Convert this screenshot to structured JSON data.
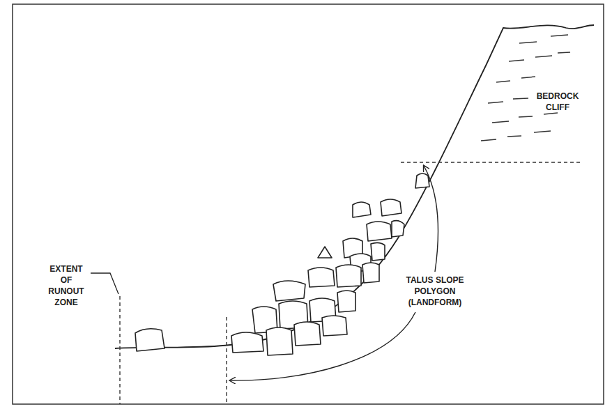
{
  "diagram": {
    "labels": [
      "BEDROCK CLIFF",
      "TALUS SLOPE POLYGON (LANDFORM)",
      "EXTENT OF RUNOUT ZONE"
    ]
  }
}
